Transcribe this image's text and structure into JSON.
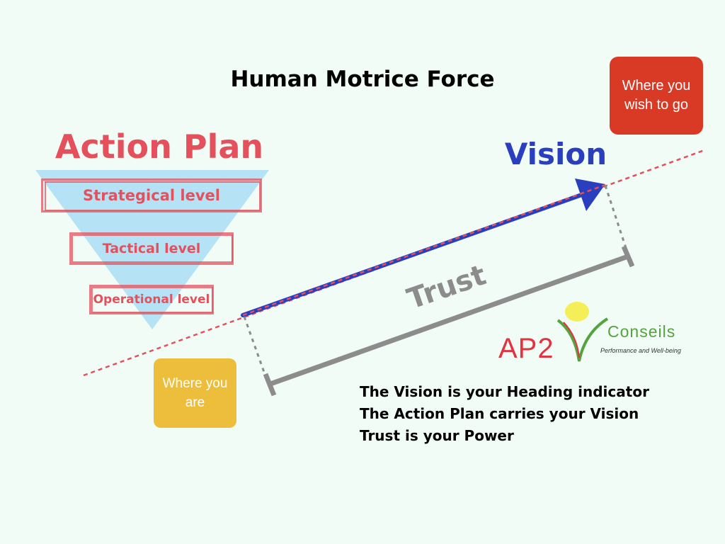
{
  "title": "Human Motrice Force",
  "action_plan": {
    "title": "Action Plan",
    "levels": [
      "Strategical level",
      "Tactical level",
      "Operational level"
    ]
  },
  "vision": {
    "label": "Vision"
  },
  "trust": {
    "label": "Trust"
  },
  "destination": {
    "text": "Where you wish to go",
    "color": "#d93a25"
  },
  "origin": {
    "text": "Where you are",
    "color": "#edbe3c"
  },
  "statements": [
    "The Vision is your Heading indicator",
    "The Action Plan carries your Vision",
    "Trust is your Power"
  ],
  "logo": {
    "name": "AP2V",
    "brand": "Conseils",
    "tagline": "Performance and Well-being"
  },
  "colors": {
    "accent_red": "#e4505c",
    "vision_blue": "#2a3fbd",
    "trust_gray": "#8c8c8c",
    "funnel_blue": "#aee0f4"
  }
}
